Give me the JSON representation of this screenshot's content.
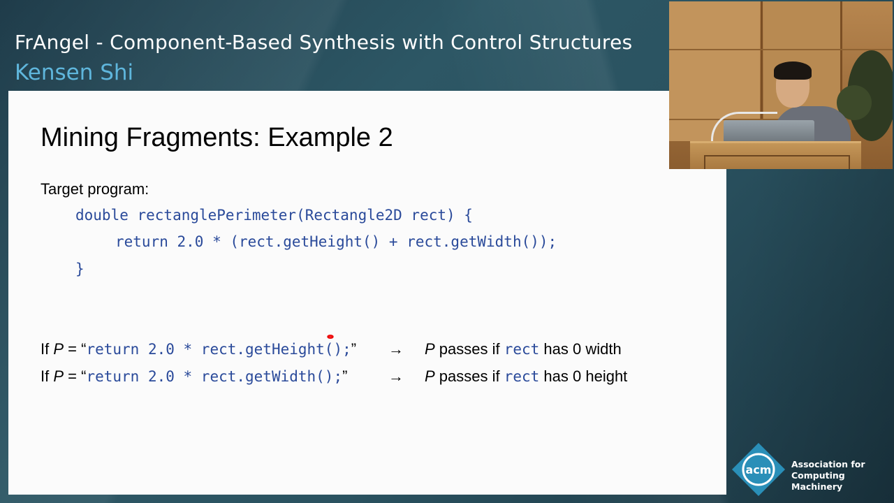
{
  "header": {
    "talk_title": "FrAngel - Component-Based Synthesis with Control Structures",
    "speaker": "Kensen Shi"
  },
  "slide": {
    "title": "Mining Fragments: Example 2",
    "target_label": "Target program:",
    "code_lines": [
      "double rectanglePerimeter(Rectangle2D rect) {",
      "return 2.0 * (rect.getHeight() + rect.getWidth());",
      "}"
    ],
    "rows": [
      {
        "if_text": "If ",
        "p": "P",
        "eq_text": " = “",
        "code": "return 2.0 * rect.getHeight();",
        "close_quote": "”",
        "arrow": "→",
        "p2": "P",
        "passes": " passes if ",
        "var": "rect",
        "condition": " has 0 width"
      },
      {
        "if_text": "If ",
        "p": "P",
        "eq_text": " = “",
        "code": "return 2.0 * rect.getWidth();",
        "close_quote": "”",
        "arrow": "→",
        "p2": "P",
        "passes": " passes if ",
        "var": "rect",
        "condition": " has 0 height"
      }
    ]
  },
  "branding": {
    "logo_mark": "acm",
    "line1": "Association for",
    "line2": "Computing Machinery",
    "logo_color": "#2a8fb8"
  }
}
